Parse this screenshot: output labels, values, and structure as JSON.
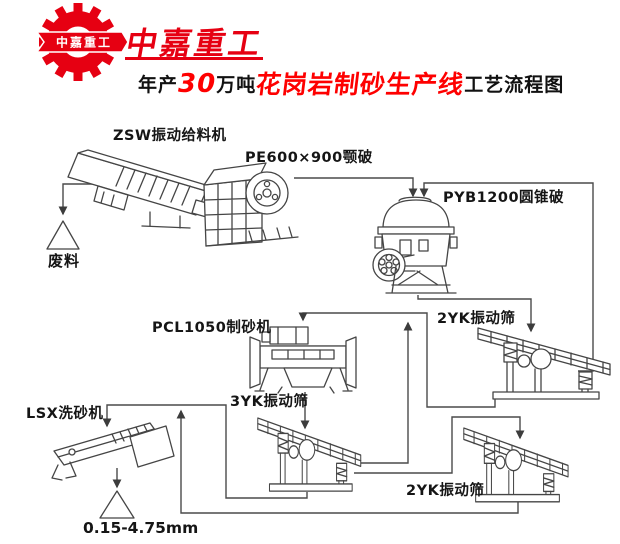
{
  "logo": {
    "banner_text": "中嘉重工",
    "brand_name": "中嘉重工",
    "brand_color": "#e60012"
  },
  "title": {
    "prefix": "年产",
    "tonnage": "30",
    "tonnage_unit": "万吨",
    "product_line": "花岗岩制砂生产线",
    "suffix": "工艺流程图",
    "accent_color": "#fe0000",
    "text_color": "#111111"
  },
  "equipment": [
    {
      "id": "feeder",
      "label": "ZSW振动给料机"
    },
    {
      "id": "jaw-crusher",
      "label": "PE600×900颚破"
    },
    {
      "id": "cone-crusher",
      "label": "PYB1200圆锥破"
    },
    {
      "id": "screen-2yk-1",
      "label": "2YK振动筛"
    },
    {
      "id": "sand-maker",
      "label": "PCL1050制砂机"
    },
    {
      "id": "screen-3yk",
      "label": "3YK振动筛"
    },
    {
      "id": "washer",
      "label": "LSX洗砂机"
    },
    {
      "id": "screen-2yk-2",
      "label": "2YK振动筛"
    }
  ],
  "outputs": {
    "waste_label": "废料",
    "product_size_label": "0.15-4.75mm"
  },
  "flows": [
    {
      "from": "feeder",
      "to": "waste"
    },
    {
      "from": "jaw-crusher",
      "to": "cone-crusher"
    },
    {
      "from": "cone-crusher",
      "to": "screen-2yk-1"
    },
    {
      "from": "screen-2yk-1",
      "to": "cone-crusher"
    },
    {
      "from": "screen-2yk-1",
      "to": "sand-maker"
    },
    {
      "from": "sand-maker",
      "to": "screen-3yk"
    },
    {
      "from": "screen-3yk",
      "to": "sand-maker"
    },
    {
      "from": "screen-3yk",
      "to": "screen-2yk-2"
    },
    {
      "from": "screen-3yk",
      "to": "washer"
    },
    {
      "from": "screen-2yk-2",
      "to": "washer"
    },
    {
      "from": "washer",
      "to": "product"
    }
  ],
  "colors": {
    "line_gray": "#4a4a4a",
    "machine_stroke": "#454545",
    "ink": "#151515"
  }
}
